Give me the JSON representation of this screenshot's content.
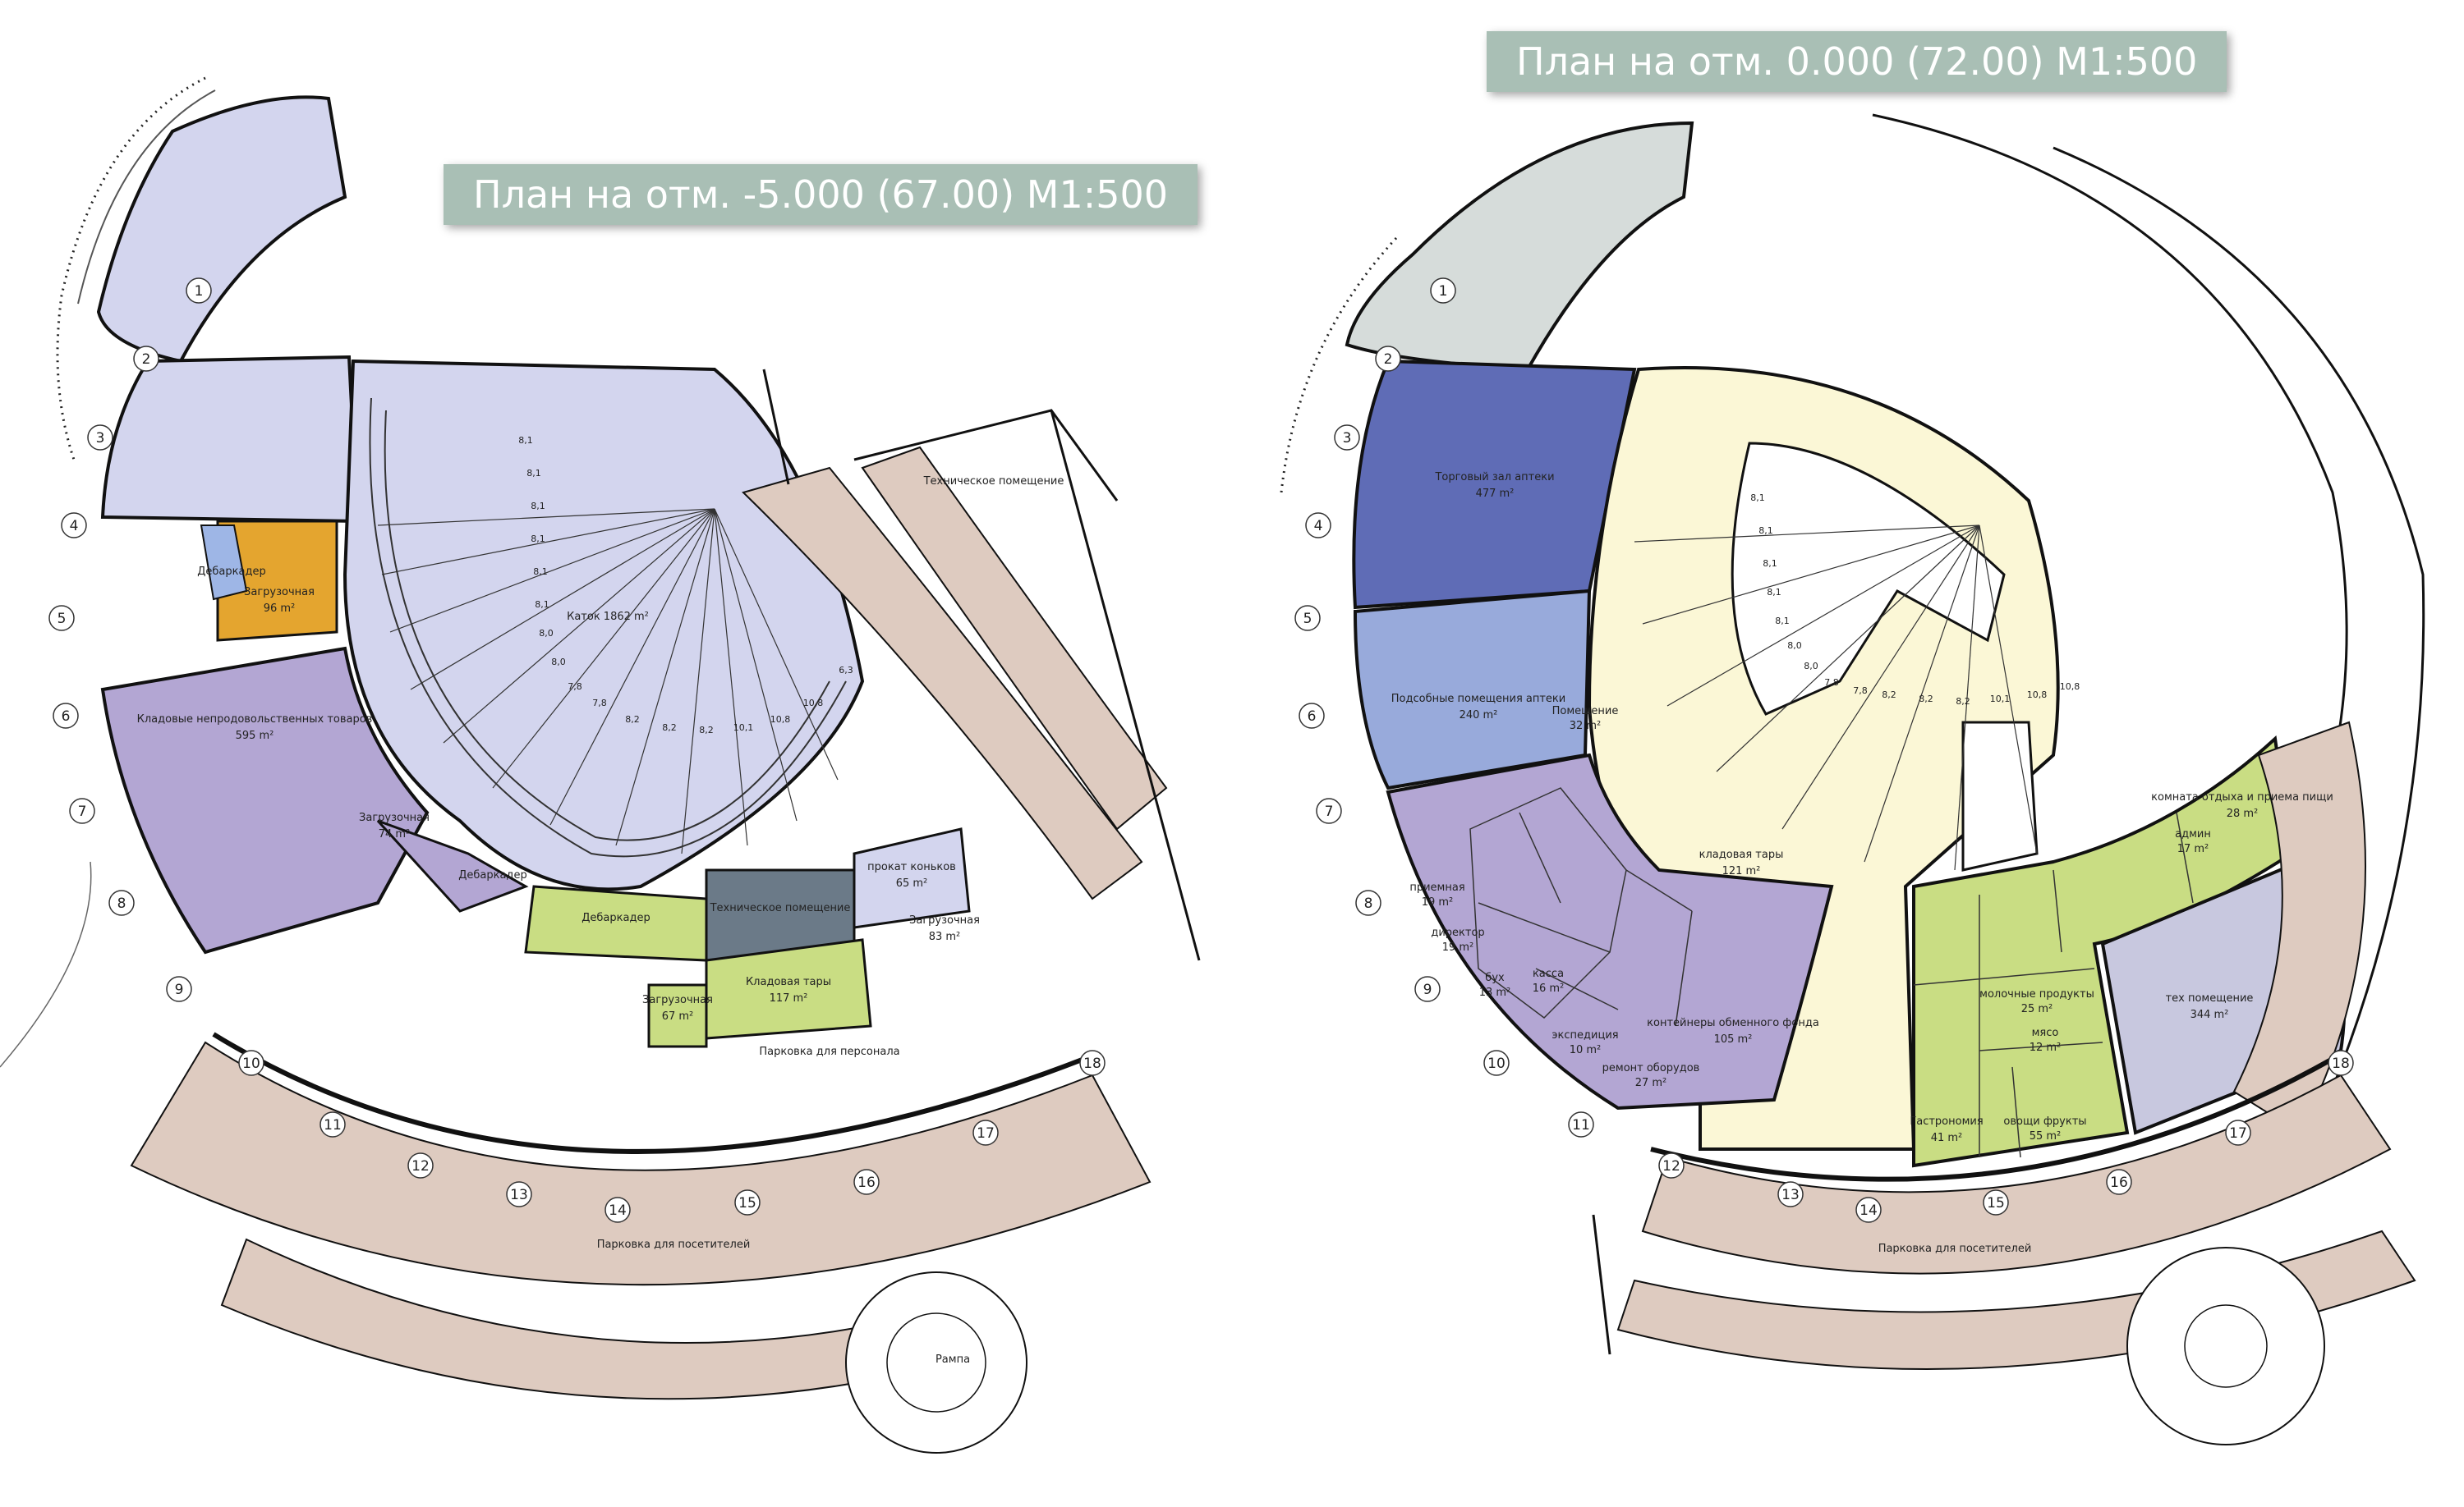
{
  "titles": {
    "left": "План на отм. -5.000 (67.00) М1:500",
    "right": "План на отм. 0.000 (72.00) М1:500"
  },
  "colors": {
    "lavender": "#d3d5ee",
    "purple": "#b3a6d3",
    "orange": "#e4a52f",
    "green": "#c9dd83",
    "slate": "#6b7a88",
    "parking": "#decbc0",
    "pale_yellow": "#fbf7d6",
    "dark_blue": "#5f6cb6",
    "light_blue": "#98aadb",
    "grey_green": "#d6dcda",
    "grey_lav": "#c8c8df"
  },
  "left_plan": {
    "axes": [
      "1",
      "2",
      "3",
      "4",
      "5",
      "6",
      "7",
      "8",
      "9",
      "10",
      "11",
      "12",
      "13",
      "14",
      "15",
      "16",
      "17",
      "18"
    ],
    "dims": [
      "8,1",
      "8,1",
      "8,1",
      "8,1",
      "8,1",
      "8,1",
      "8,0",
      "8,0",
      "7,8",
      "7,8",
      "8,2",
      "8,2",
      "8,2",
      "10,1",
      "10,8",
      "10,8",
      "6,3"
    ],
    "rooms": {
      "rink": "Каток 1862 m²",
      "storage": "Кладовые непродовольственных товаров",
      "storage_area": "595 m²",
      "loading1": "Загрузочная",
      "loading1_area": "96 m²",
      "loading2": "Загрузочная",
      "loading2_area": "74 m²",
      "loading3": "Загрузочная",
      "loading3_area": "67 m²",
      "loading4": "Загрузочная",
      "loading4_area": "83 m²",
      "dock1": "Дебаркадер",
      "dock2": "Дебаркадер",
      "dock3": "Дебаркадер",
      "tech": "Техническое помещение",
      "tech2": "Техническое помещение",
      "rental": "прокат коньков",
      "rental_area": "65 m²",
      "tare": "Кладовая тары",
      "tare_area": "117 m²",
      "parking_staff": "Парковка для персонала",
      "parking_visitors": "Парковка для посетителей",
      "ramp": "Рампа"
    }
  },
  "right_plan": {
    "axes": [
      "1",
      "2",
      "3",
      "4",
      "5",
      "6",
      "7",
      "8",
      "9",
      "10",
      "11",
      "12",
      "13",
      "14",
      "15",
      "16",
      "17",
      "18"
    ],
    "dims": [
      "8,1",
      "8,1",
      "8,1",
      "8,1",
      "8,1",
      "8,0",
      "8,0",
      "7,8",
      "7,8",
      "8,2",
      "8,2",
      "8,2",
      "10,1",
      "10,8",
      "10,8"
    ],
    "rooms": {
      "pharmacy": "Торговый зал аптеки",
      "pharmacy_area": "477 m²",
      "pharmacy_aux": "Подсобные помещения аптеки",
      "pharmacy_aux_area": "240 m²",
      "containers": "контейнеры обменного фонда",
      "containers_area": "105 m²",
      "tare": "кладовая тары",
      "tare_area": "121 m²",
      "reception": "приемная",
      "reception_area": "19 m²",
      "director": "директор",
      "director_area": "19 m²",
      "buh": "бух",
      "buh_area": "13 m²",
      "kassa": "касса",
      "kassa_area": "16 m²",
      "expedition": "экспедиция",
      "expedition_area": "10 m²",
      "repair": "ремонт оборудов",
      "repair_area": "27 m²",
      "tech": "тех помещение",
      "tech_area": "344 m²",
      "gastronomy": "Гастрономия",
      "gastronomy_area": "41 m²",
      "dairy": "молочные продукты",
      "dairy_area": "25 m²",
      "meat": "мясо",
      "meat_area": "12 m²",
      "veg": "овощи фрукты",
      "veg_area": "55 m²",
      "rest": "комната отдыха и приема пищи",
      "rest_area": "28 m²",
      "admin": "админ",
      "admin_area": "17 m²",
      "parking_visitors": "Парковка для посетителей",
      "staff": "Помещение",
      "staff_area": "32 m²"
    }
  }
}
